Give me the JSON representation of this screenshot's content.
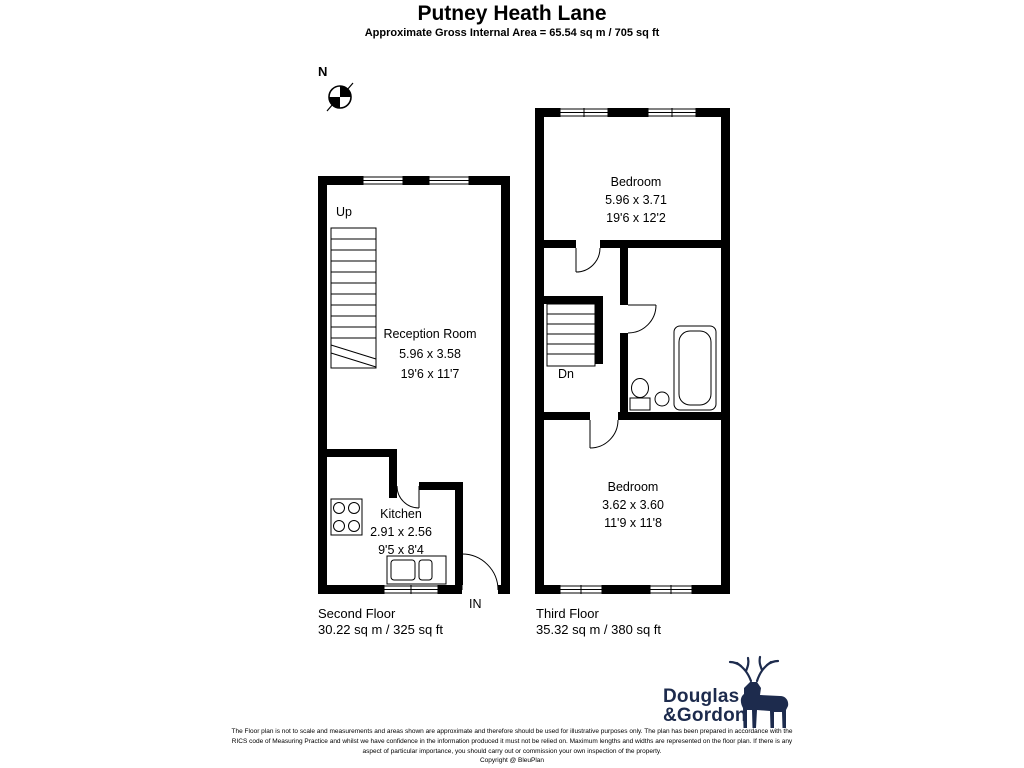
{
  "header": {
    "title": "Putney Heath Lane",
    "subtitle": "Approximate Gross Internal Area = 65.54 sq m / 705 sq ft"
  },
  "compass": {
    "label": "N"
  },
  "floors": {
    "second": {
      "name": "Second Floor",
      "area": "30.22 sq m / 325 sq ft",
      "labels": {
        "up": "Up",
        "entrance": "IN"
      },
      "rooms": {
        "reception": {
          "name": "Reception Room",
          "metric": "5.96 x 3.58",
          "imperial": "19'6 x 11'7"
        },
        "kitchen": {
          "name": "Kitchen",
          "metric": "2.91 x 2.56",
          "imperial": "9'5 x 8'4"
        }
      }
    },
    "third": {
      "name": "Third Floor",
      "area": "35.32 sq m / 380 sq ft",
      "labels": {
        "down": "Dn"
      },
      "rooms": {
        "bedroom1": {
          "name": "Bedroom",
          "metric": "5.96 x 3.71",
          "imperial": "19'6 x 12'2"
        },
        "bedroom2": {
          "name": "Bedroom",
          "metric": "3.62 x 3.60",
          "imperial": "11'9 x 11'8"
        }
      }
    }
  },
  "branding": {
    "line1": "Douglas",
    "line2": "&Gordon",
    "color": "#1d2b4d"
  },
  "footer": {
    "disclaimer": "The Floor plan is not to scale and measurements and areas shown are approximate and therefore should be used for illustrative purposes only. The plan has been prepared in accordance with the RICS code of Measuring Practice and whilst we have confidence in the information produced it must not be relied on. Maximum lengths and widths are represented on the floor plan. If there is any aspect of particular importance, you should carry out or commission your own inspection of the property.",
    "copyright": "Copyright @ BleuPlan"
  }
}
